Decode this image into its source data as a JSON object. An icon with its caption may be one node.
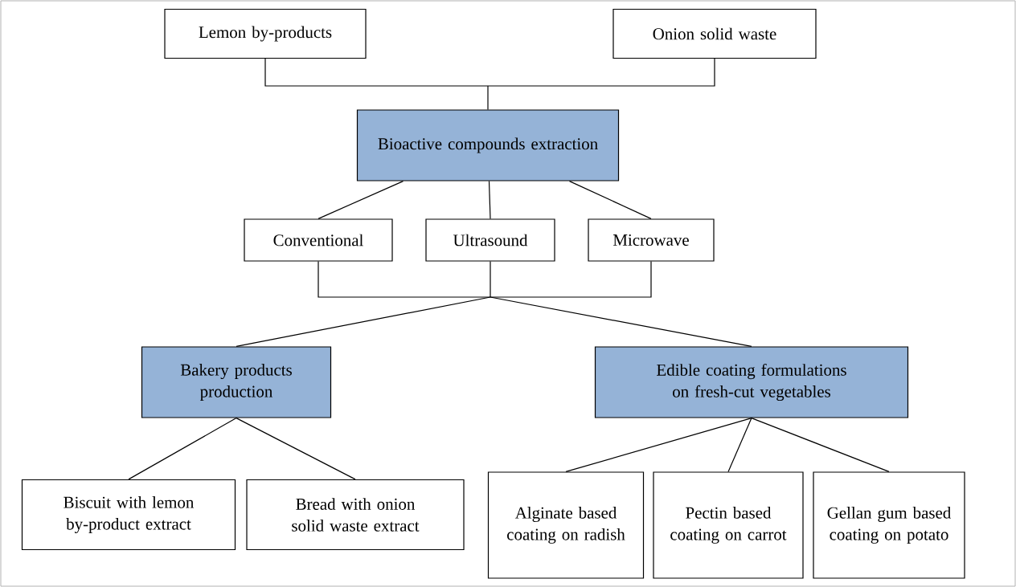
{
  "diagram": {
    "nodes": [
      {
        "text": [
          "Lemon by-products"
        ]
      },
      {
        "text": [
          "Onion solid waste"
        ]
      },
      {
        "text": [
          "Bioactive compounds extraction"
        ]
      },
      {
        "text": [
          "Conventional"
        ]
      },
      {
        "text": [
          "Ultrasound"
        ]
      },
      {
        "text": [
          "Microwave"
        ]
      },
      {
        "text": [
          "Bakery products production"
        ]
      },
      {
        "text": [
          "Edible coating formulations on fresh-cut vegetables"
        ]
      },
      {
        "text": [
          "Biscuit with lemon by-product extract"
        ]
      },
      {
        "text": [
          "Bread with onion solid waste extract"
        ]
      },
      {
        "text": [
          "Alginate based coating on radish"
        ]
      },
      {
        "text": [
          "Pectin based coating on carrot"
        ]
      },
      {
        "text": [
          "Gellan gum based coating on potato"
        ]
      }
    ],
    "edges": [
      {
        "from": 0,
        "to": 2,
        "arrow": "none"
      },
      {
        "from": 1,
        "to": 2,
        "arrow": "none"
      },
      {
        "from": 2,
        "to": 3,
        "arrow": "none"
      },
      {
        "from": 2,
        "to": 4,
        "arrow": "none"
      },
      {
        "from": 2,
        "to": 5,
        "arrow": "none"
      },
      {
        "from": 3,
        "to": 6,
        "arrow": "none"
      },
      {
        "from": 4,
        "to": 6,
        "arrow": "none"
      },
      {
        "from": 5,
        "to": 6,
        "arrow": "none"
      },
      {
        "from": 3,
        "to": 7,
        "arrow": "none"
      },
      {
        "from": 4,
        "to": 7,
        "arrow": "none"
      },
      {
        "from": 5,
        "to": 7,
        "arrow": "none"
      },
      {
        "from": 6,
        "to": 8,
        "arrow": "none"
      },
      {
        "from": 6,
        "to": 9,
        "arrow": "none"
      },
      {
        "from": 7,
        "to": 10,
        "arrow": "none"
      },
      {
        "from": 7,
        "to": 11,
        "arrow": "none"
      },
      {
        "from": 7,
        "to": 12,
        "arrow": "none"
      }
    ]
  }
}
